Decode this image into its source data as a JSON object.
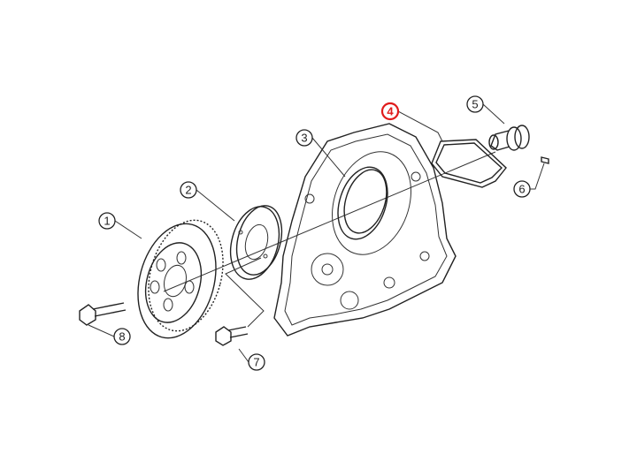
{
  "diagram": {
    "callouts": [
      {
        "id": "1",
        "label": "1"
      },
      {
        "id": "2",
        "label": "2"
      },
      {
        "id": "3",
        "label": "3"
      },
      {
        "id": "4",
        "label": "4",
        "highlighted": true
      },
      {
        "id": "5",
        "label": "5"
      },
      {
        "id": "6",
        "label": "6"
      },
      {
        "id": "7",
        "label": "7"
      },
      {
        "id": "8",
        "label": "8"
      }
    ],
    "highlight_color": "#e01b1b"
  }
}
